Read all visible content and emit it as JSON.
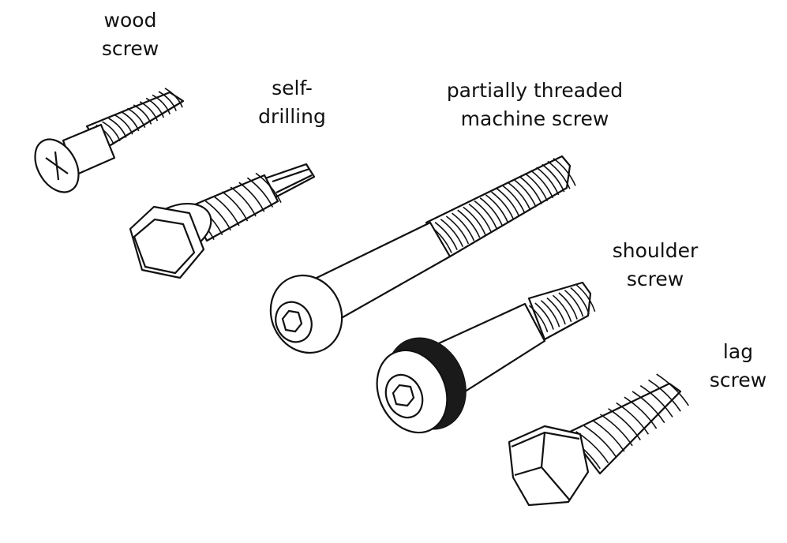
{
  "labels": {
    "wood_screw": {
      "line1": "wood",
      "line2": "screw"
    },
    "self_drilling": {
      "line1": "self-",
      "line2": "drilling"
    },
    "machine_screw": {
      "line1": "partially threaded",
      "line2": "machine screw"
    },
    "shoulder_screw": {
      "line1": "shoulder",
      "line2": "screw"
    },
    "lag_screw": {
      "line1": "lag",
      "line2": "screw"
    }
  },
  "colors": {
    "ink": "#111111",
    "background": "#ffffff"
  }
}
